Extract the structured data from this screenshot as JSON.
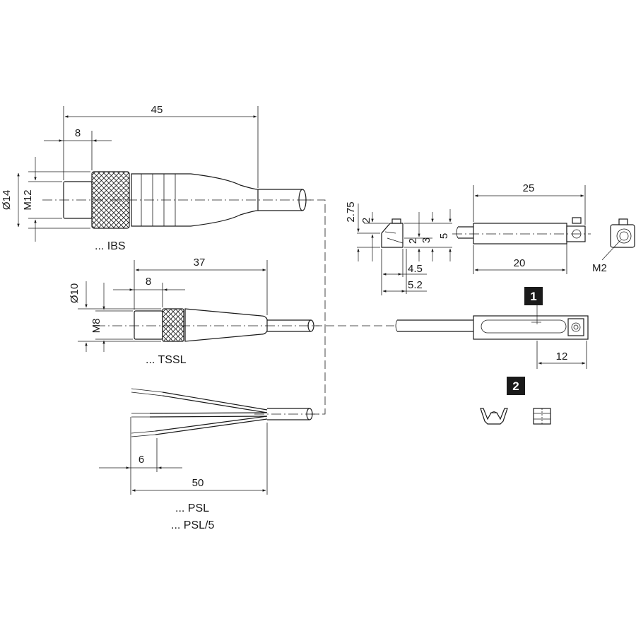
{
  "connectors": {
    "ibs": {
      "label": "... IBS",
      "length": "45",
      "thread_length": "8",
      "outer_diameter": "Ø14",
      "thread": "M12"
    },
    "tssl": {
      "label": "... TSSL",
      "length": "37",
      "thread_length": "8",
      "outer_diameter": "Ø10",
      "thread": "M8"
    },
    "psl": {
      "label_1": "... PSL",
      "label_2": "... PSL/5",
      "length": "50",
      "strip_length": "6"
    }
  },
  "sensor": {
    "side_view": {
      "dim_a": "2.75",
      "dim_b": "2",
      "dim_c": "2",
      "dim_d": "3",
      "dim_e": "5",
      "width_1": "4.5",
      "width_2": "5.2"
    },
    "top_view": {
      "total_length": "25",
      "body_length": "20"
    },
    "screw": "M2",
    "front_view": {
      "badge": "1",
      "screw_offset": "12"
    },
    "accessories": {
      "badge": "2"
    }
  }
}
